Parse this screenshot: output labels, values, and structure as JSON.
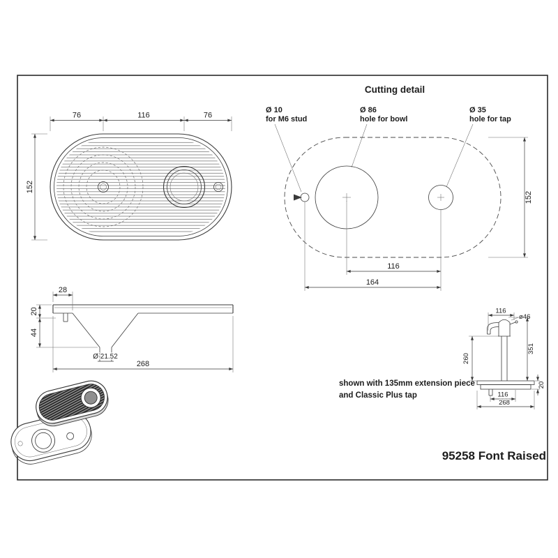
{
  "drawing": {
    "title": "95258 Font Raised"
  },
  "plan_view": {
    "dim_left": "76",
    "dim_middle": "116",
    "dim_right": "76",
    "dim_height": "152"
  },
  "cutting_detail": {
    "title": "Cutting detail",
    "stud": {
      "diameter": "Ø 10",
      "description": "for M6 stud"
    },
    "bowl": {
      "diameter": "Ø 86",
      "description": "hole for bowl"
    },
    "tap": {
      "diameter": "Ø 35",
      "description": "hole for tap"
    },
    "dim_height": "152",
    "dim_bowl_to_tap": "116",
    "dim_stud_to_tap": "164"
  },
  "side_view": {
    "dim_inset": "28",
    "dim_rim_height": "20",
    "dim_bowl_depth": "44",
    "dim_drain_diameter": "Ø 21.52",
    "dim_width": "268"
  },
  "tap_view": {
    "dim_spout_reach": "116",
    "dim_tap_diameter": "ø46",
    "dim_extension_height": "260",
    "dim_total_height": "351",
    "dim_stud_spacing": "116",
    "dim_plate_thickness": "20",
    "dim_base_width": "268",
    "note_line1": "shown with 135mm extension piece",
    "note_line2": "and Classic Plus tap"
  }
}
